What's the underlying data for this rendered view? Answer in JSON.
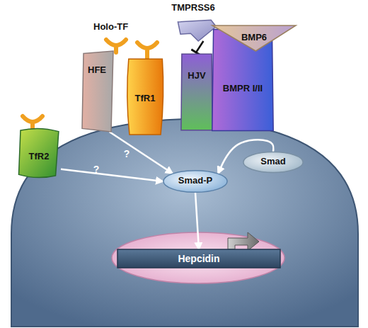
{
  "diagram": {
    "nodes": [
      {
        "text": [
          "TMPRSS6"
        ]
      },
      {
        "text": [
          "TfR2"
        ]
      },
      {
        "text": [
          "HFE"
        ]
      },
      {
        "text": [
          "TfR1"
        ]
      },
      {
        "text": [
          "HJV"
        ]
      },
      {
        "text": [
          "BMPR I/II"
        ]
      },
      {
        "text": [
          "BMP6"
        ]
      },
      {
        "text": [
          "Smad-P"
        ]
      },
      {
        "text": [
          "Smad"
        ]
      },
      {
        "text": [
          "Hepcidin"
        ]
      }
    ],
    "edges": [
      {
        "from": 0,
        "to": 4,
        "arrow": "to"
      },
      {
        "from": 1,
        "to": 7,
        "label": "?",
        "arrow": "to"
      },
      {
        "from": 2,
        "to": 7,
        "label": "?",
        "arrow": "to"
      },
      {
        "from": 8,
        "to": 7,
        "arrow": "to"
      },
      {
        "from": 7,
        "to": 9,
        "arrow": "to"
      }
    ],
    "labels": [
      "Holo-TF"
    ]
  }
}
